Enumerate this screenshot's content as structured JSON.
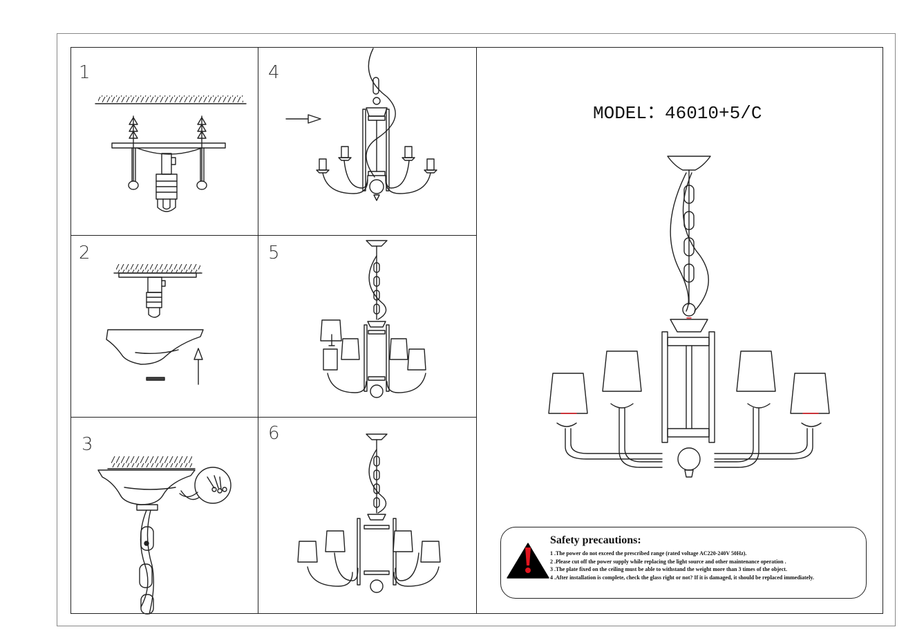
{
  "model": {
    "label": "MODEL：",
    "value": "46010+5/C"
  },
  "steps": [
    "1",
    "2",
    "3",
    "4",
    "5",
    "6"
  ],
  "safety": {
    "title": "Safety precautions:",
    "items": [
      "1 .The power do not exceed  the prescribed range (rated voltage AC220-240V 50Hz).",
      "2 .Please cut off the power supply while replacing  the light source and other maintenance operation .",
      "3 .The plate fixed on the ceiling must be able to withstand the weight more than 3 times of the object.",
      "4 .After installation is complete, check the glass right or not? If it is damaged, it should be replaced immediately."
    ]
  },
  "colors": {
    "line": "#222222",
    "warning_red": "#e0141e",
    "warning_black": "#000000"
  },
  "icons": {
    "warning": "warning-triangle-icon"
  }
}
